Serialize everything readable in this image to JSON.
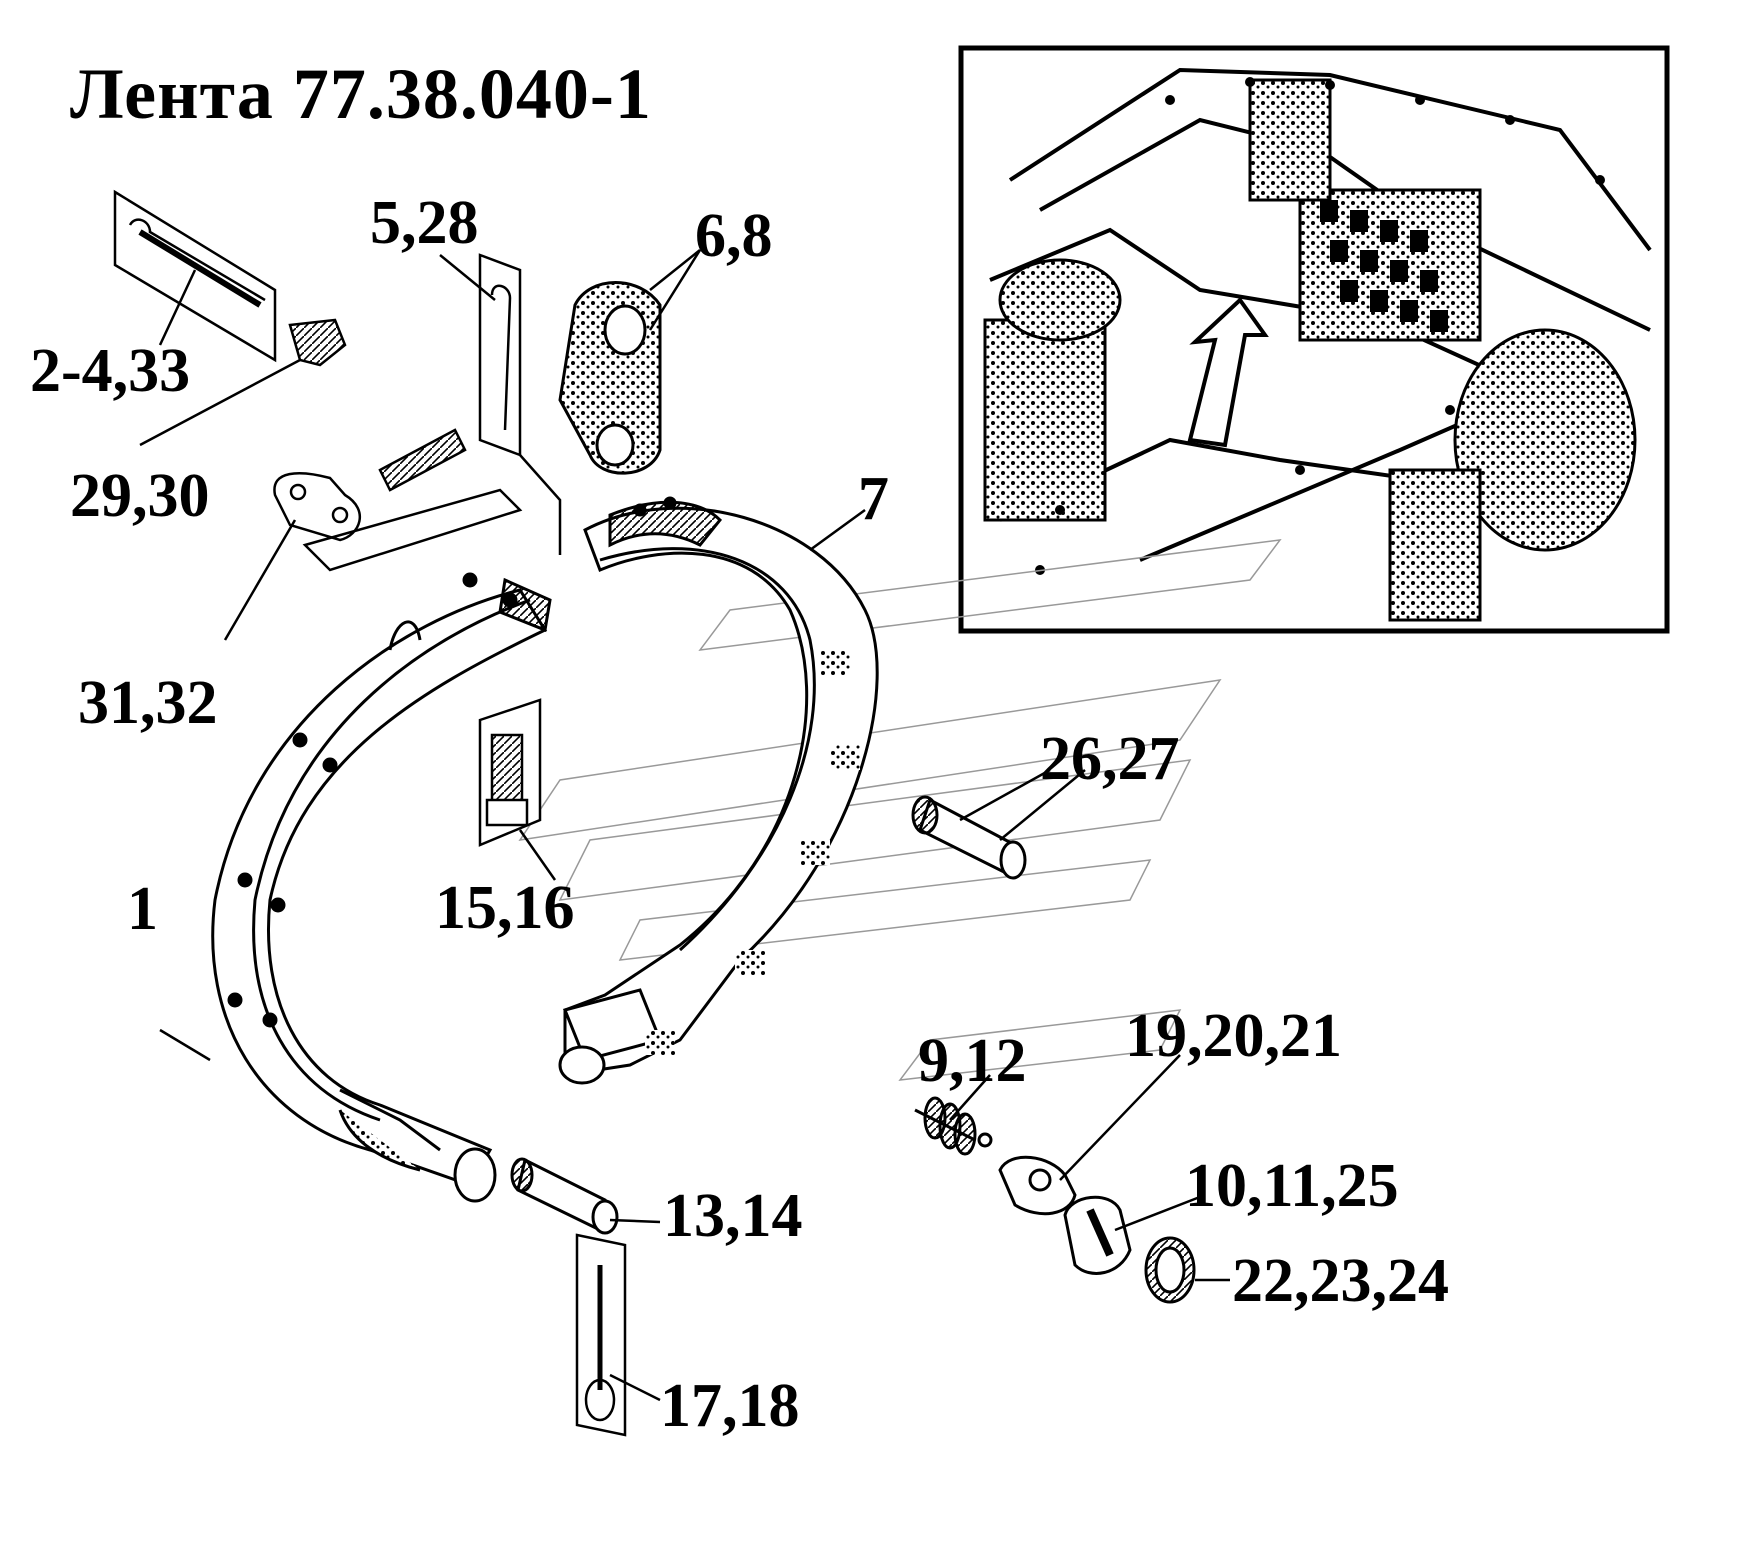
{
  "title": "Лента 77.38.040-1",
  "labels": {
    "l1": "1",
    "l2": "2-4,33",
    "l3": "29,30",
    "l4": "31,32",
    "l5": "5,28",
    "l6": "6,8",
    "l7": "7",
    "l8": "15,16",
    "l9": "26,27",
    "l10": "9,12",
    "l11": "19,20,21",
    "l12": "10,11,25",
    "l13": "22,23,24",
    "l14": "13,14",
    "l15": "17,18"
  }
}
